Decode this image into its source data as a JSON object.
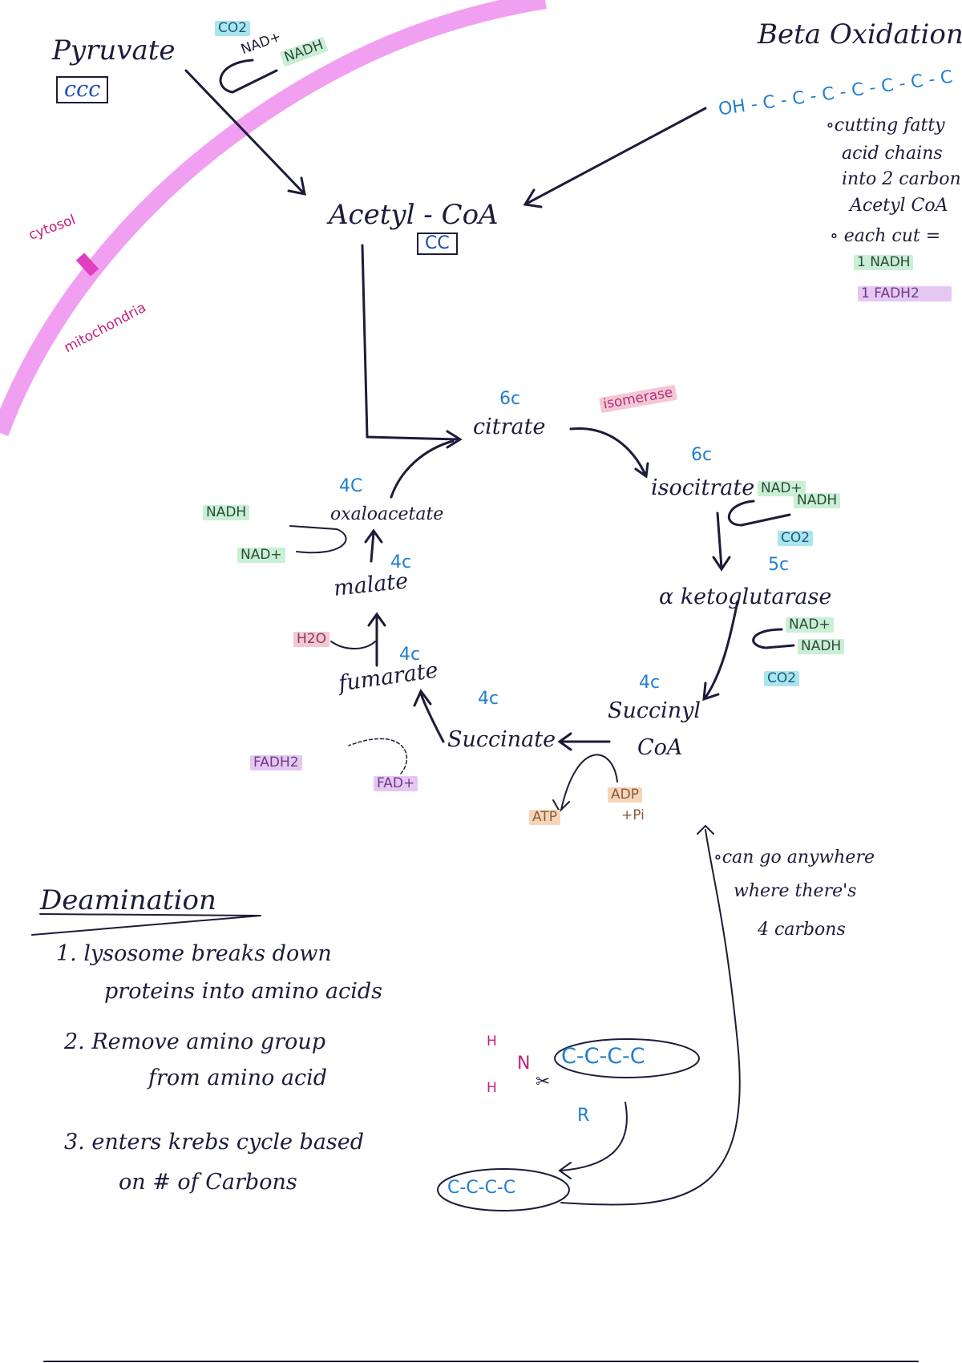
{
  "pyruvate": {
    "label": "Pyruvate",
    "carbons": "ccc",
    "co2": "CO2",
    "nad": "NAD+",
    "nadh": "NADH"
  },
  "membrane": {
    "cytosol": "cytosol",
    "mitochondria": "mitochondria"
  },
  "beta_oxidation": {
    "title": "Beta Oxidation",
    "chain": "OH - C - C - C - C - C - C - C",
    "notes": [
      "∘cutting fatty",
      "acid chains",
      "into 2 carbon",
      "Acetyl CoA",
      "∘ each cut =",
      "1 NADH",
      "1 FADH2"
    ]
  },
  "acetyl_coa": {
    "label": "Acetyl - CoA",
    "carbons": "CC"
  },
  "cycle": {
    "citrate": {
      "c": "6c",
      "label": "citrate",
      "enzyme": "isomerase"
    },
    "isocitrate": {
      "c": "6c",
      "label": "isocitrate",
      "nad": "NAD+",
      "nadh": "NADH",
      "co2": "CO2"
    },
    "akg": {
      "c": "5c",
      "label": "α ketoglutarase",
      "nad": "NAD+",
      "nadh": "NADH",
      "co2": "CO2"
    },
    "succinyl": {
      "c": "4c",
      "label1": "Succinyl",
      "label2": "CoA",
      "adp": "ADP",
      "pi": "+Pi",
      "atp": "ATP"
    },
    "succinate": {
      "c": "4c",
      "label": "Succinate",
      "fadh2": "FADH2",
      "fad": "FAD+"
    },
    "fumarate": {
      "c": "4c",
      "label": "fumarate",
      "h2o": "H2O"
    },
    "malate": {
      "c": "4c",
      "label": "malate",
      "nadh": "NADH",
      "nad": "NAD+"
    },
    "oxaloacetate": {
      "c": "4C",
      "label": "oxaloacetate"
    }
  },
  "deamination": {
    "title": "Deamination",
    "steps": [
      "1. lysosome breaks down",
      "proteins into amino acids",
      "2. Remove amino group",
      "from amino acid",
      "3. enters krebs cycle based",
      "on # of Carbons"
    ],
    "note": [
      "∘can go anywhere",
      "where there's",
      "4 carbons"
    ],
    "molecule": {
      "h1": "H",
      "h2": "H",
      "n": "N",
      "chain": "C-C-C-C",
      "r": "R",
      "product": "C-C-C-C",
      "scissors": "✂"
    }
  }
}
